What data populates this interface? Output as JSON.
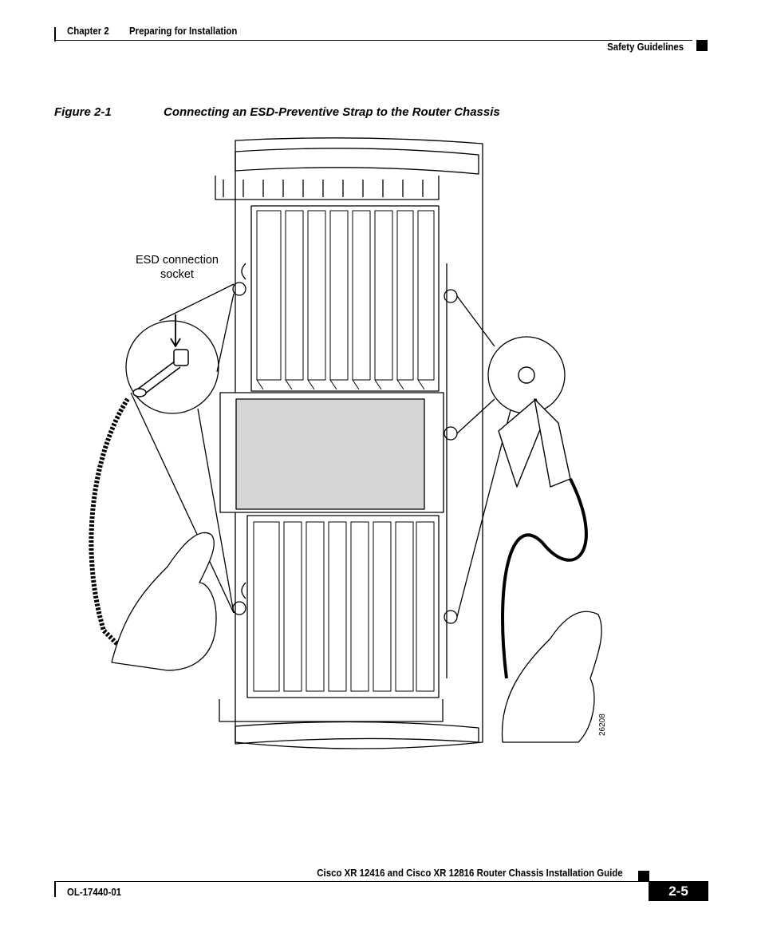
{
  "header": {
    "chapter": "Chapter 2",
    "chapter_title": "Preparing for Installation",
    "section": "Safety Guidelines"
  },
  "figure": {
    "label": "Figure 2-1",
    "title": "Connecting an ESD-Preventive Strap to the Router Chassis",
    "callout": "ESD connection socket",
    "number": "26208"
  },
  "footer": {
    "guide_title": "Cisco XR 12416 and Cisco XR 12816 Router Chassis Installation Guide",
    "doc_number": "OL-17440-01",
    "page": "2-5"
  }
}
